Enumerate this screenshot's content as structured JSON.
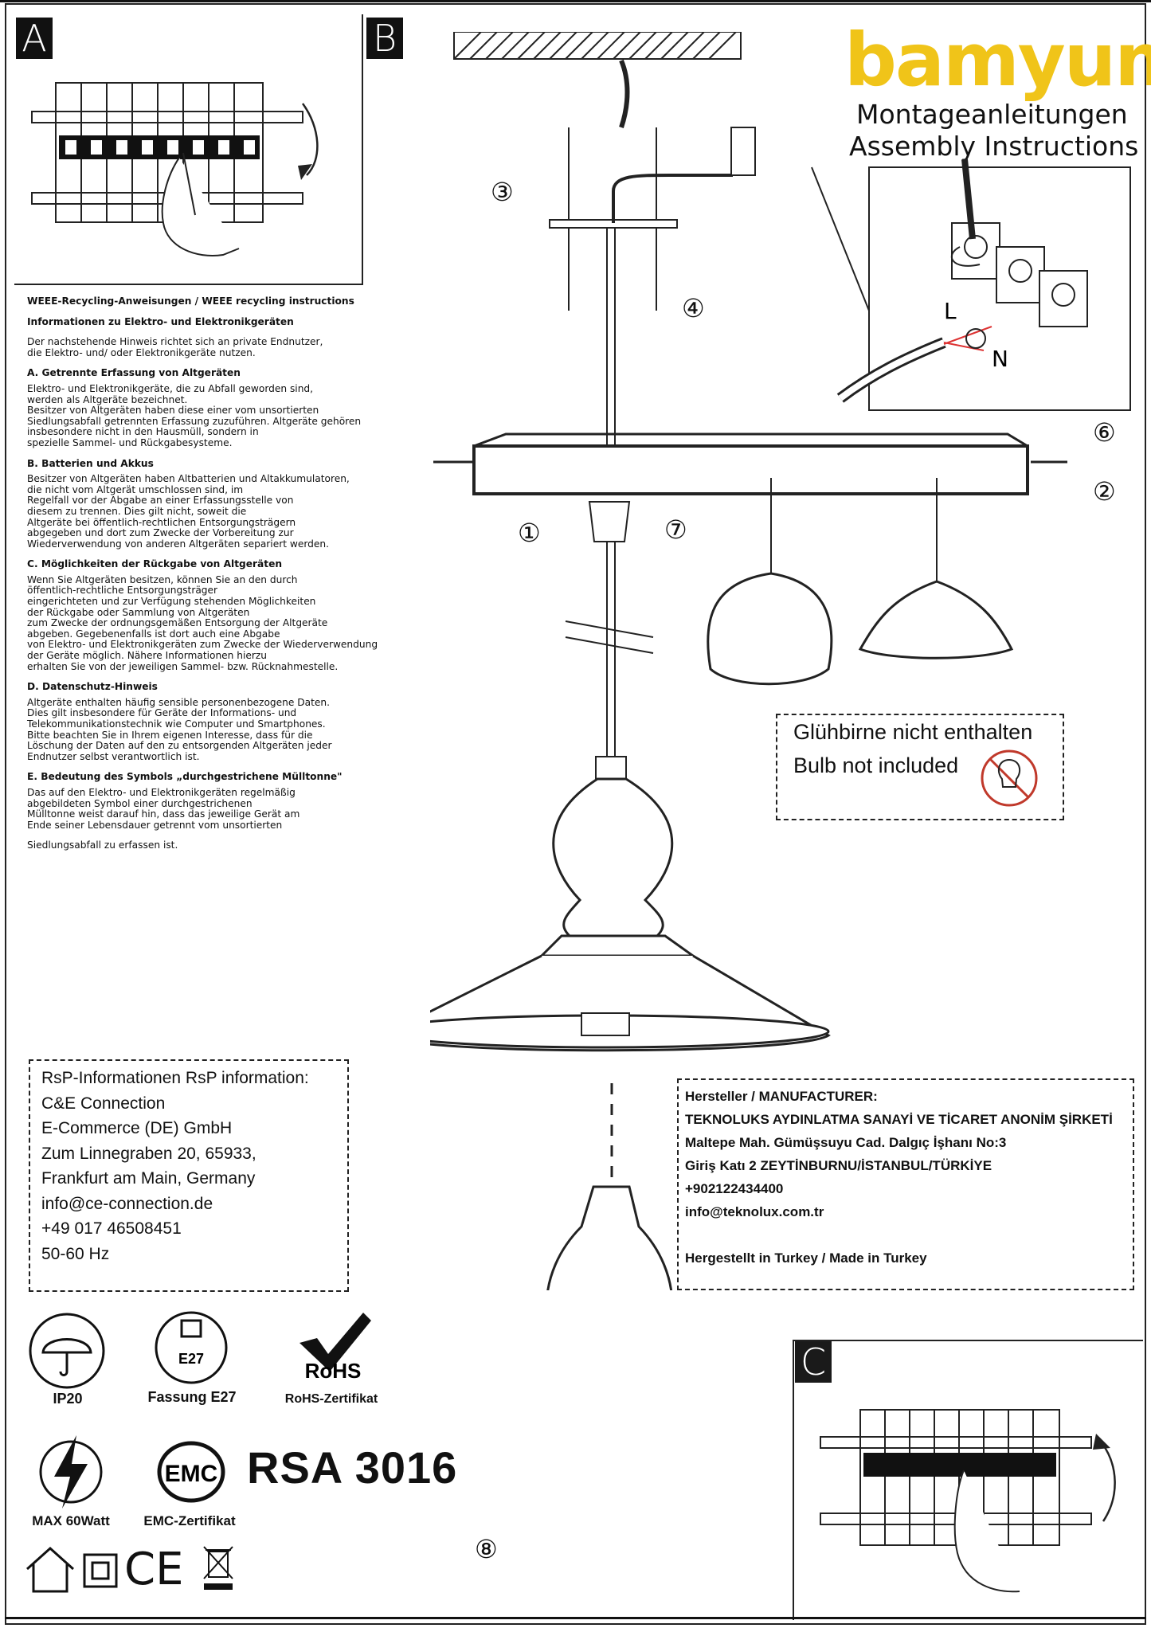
{
  "panels": {
    "a": "A",
    "b": "B",
    "c": "C"
  },
  "brand": {
    "logo": "bamyum",
    "title_de": "Montageanleitungen",
    "title_en": "Assembly Instructions",
    "color": "#f0c419"
  },
  "weee": {
    "heading": "WEEE-Recycling-Anweisungen / WEEE recycling instructions",
    "subheading": "Informationen zu Elektro- und Elektronikgeräten",
    "intro": "Der nachstehende Hinweis richtet sich an private Endnutzer,\n die Elektro- und/ oder Elektronikgeräte nutzen.",
    "sections": [
      {
        "title": "A. Getrennte Erfassung von Altgeräten",
        "text": "Elektro- und Elektronikgeräte, die zu Abfall geworden sind,\n werden als Altgeräte bezeichnet.\nBesitzer von Altgeräten haben diese einer vom unsortierten\nSiedlungsabfall getrennten Erfassung zuzuführen. Altgeräte gehören\ninsbesondere nicht in den Hausmüll, sondern in\nspezielle Sammel- und Rückgabesysteme."
      },
      {
        "title": "B. Batterien und Akkus",
        "text": "Besitzer von Altgeräten haben Altbatterien und Altakkumulatoren,\n die nicht vom Altgerät umschlossen sind, im\nRegelfall vor der Abgabe an einer Erfassungsstelle von\ndiesem zu trennen. Dies gilt nicht, soweit die\nAltgeräte bei öffentlich-rechtlichen Entsorgungsträgern\nabgegeben und dort zum Zwecke der Vorbereitung zur\nWiederverwendung von anderen Altgeräten separiert werden."
      },
      {
        "title": "C. Möglichkeiten der Rückgabe von Altgeräten",
        "text": "Wenn Sie Altgeräten besitzen, können Sie an den durch\nöffentlich-rechtliche Entsorgungsträger\neingerichteten und zur Verfügung stehenden Möglichkeiten\nder Rückgabe oder Sammlung von Altgeräten\n zum Zwecke der ordnungsgemäßen Entsorgung der Altgeräte\nabgeben. Gegebenenfalls ist dort auch eine Abgabe\n von Elektro- und Elektronikgeräten zum Zwecke der Wiederverwendung\nder Geräte möglich. Nähere Informationen hierzu\nerhalten Sie von der jeweiligen Sammel- bzw. Rücknahmestelle."
      },
      {
        "title": "D. Datenschutz-Hinweis",
        "text": "Altgeräte enthalten häufig sensible personenbezogene Daten.\nDies gilt insbesondere für Geräte der Informations- und\nTelekommunikationstechnik wie Computer und Smartphones.\n Bitte beachten Sie in Ihrem eigenen Interesse, dass für die\nLöschung der Daten auf den zu entsorgenden Altgeräten jeder\nEndnutzer selbst verantwortlich ist."
      },
      {
        "title": "E. Bedeutung des Symbols „durchgestrichene Mülltonne\"",
        "text": "Das auf den Elektro- und Elektronikgeräten regelmäßig\n abgebildeten Symbol einer durchgestrichenen\nMülltonne weist darauf hin, dass das jeweilige Gerät am\nEnde seiner Lebensdauer getrennt vom unsortierten"
      }
    ],
    "closing": "Siedlungsabfall zu erfassen ist."
  },
  "steps": [
    "③",
    "④",
    "⑥",
    "②",
    "①",
    "⑦",
    "⑧"
  ],
  "wiring": {
    "l": "L",
    "n": "N"
  },
  "bulb_note": {
    "de": "Glühbirne nicht enthalten",
    "en": "Bulb not included"
  },
  "rsp": {
    "title": "RsP-Informationen RsP information:",
    "lines": [
      "C&E Connection",
      "E-Commerce (DE) GmbH",
      "Zum Linnegraben 20, 65933,",
      "Frankfurt am Main, Germany",
      "info@ce-connection.de",
      "+49 017 46508451",
      "50-60 Hz"
    ]
  },
  "manufacturer": {
    "title": "Hersteller / MANUFACTURER:",
    "lines": [
      "TEKNOLUKS AYDINLATMA SANAYİ VE TİCARET ANONİM ŞİRKETİ",
      "Maltepe Mah. Gümüşsuyu Cad. Dalgıç İşhanı No:3",
      "Giriş Katı 2 ZEYTİNBURNU/İSTANBUL/TÜRKİYE",
      "+902122434400",
      "info@teknolux.com.tr"
    ],
    "made_in": "Hergestellt in Turkey / Made in Turkey"
  },
  "certs": {
    "ip": "IP20",
    "socket_icon_text": "E27",
    "socket": "Fassung E27",
    "rohs_icon_text": "RoHS",
    "rohs": "RoHS-Zertifikat",
    "power": "MAX 60Watt",
    "emc_icon_text": "EMC",
    "emc": "EMC-Zertifikat",
    "ce_icon_text": "CE",
    "model": "RSA 3016"
  }
}
